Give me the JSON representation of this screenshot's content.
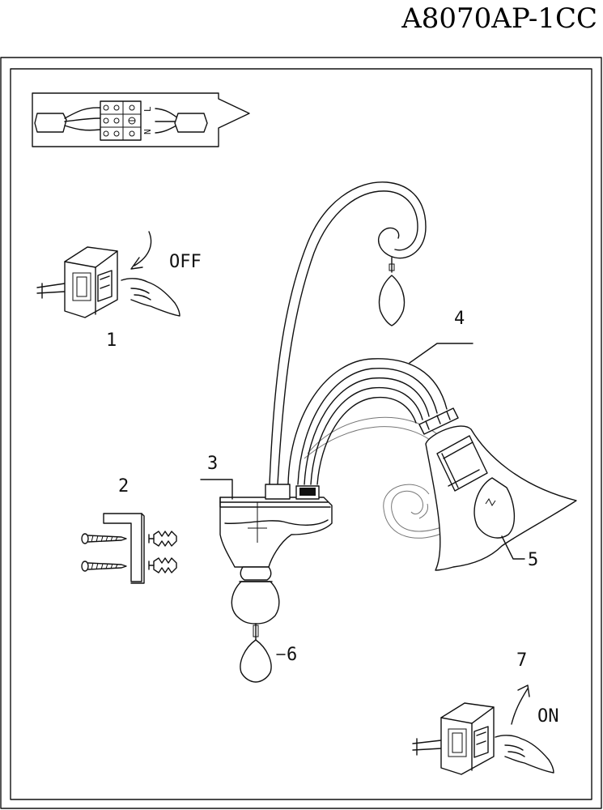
{
  "model_code": "A8070AP-1CC",
  "wiring": {
    "terminal_labels": [
      "N",
      "L"
    ]
  },
  "steps": {
    "step1": {
      "number": "1",
      "switch_label": "OFF"
    },
    "step2": {
      "number": "2"
    },
    "step3": {
      "number": "3"
    },
    "step4": {
      "number": "4"
    },
    "step5": {
      "number": "5"
    },
    "step6": {
      "number": "6"
    },
    "step7": {
      "number": "7",
      "switch_label": "ON"
    }
  }
}
